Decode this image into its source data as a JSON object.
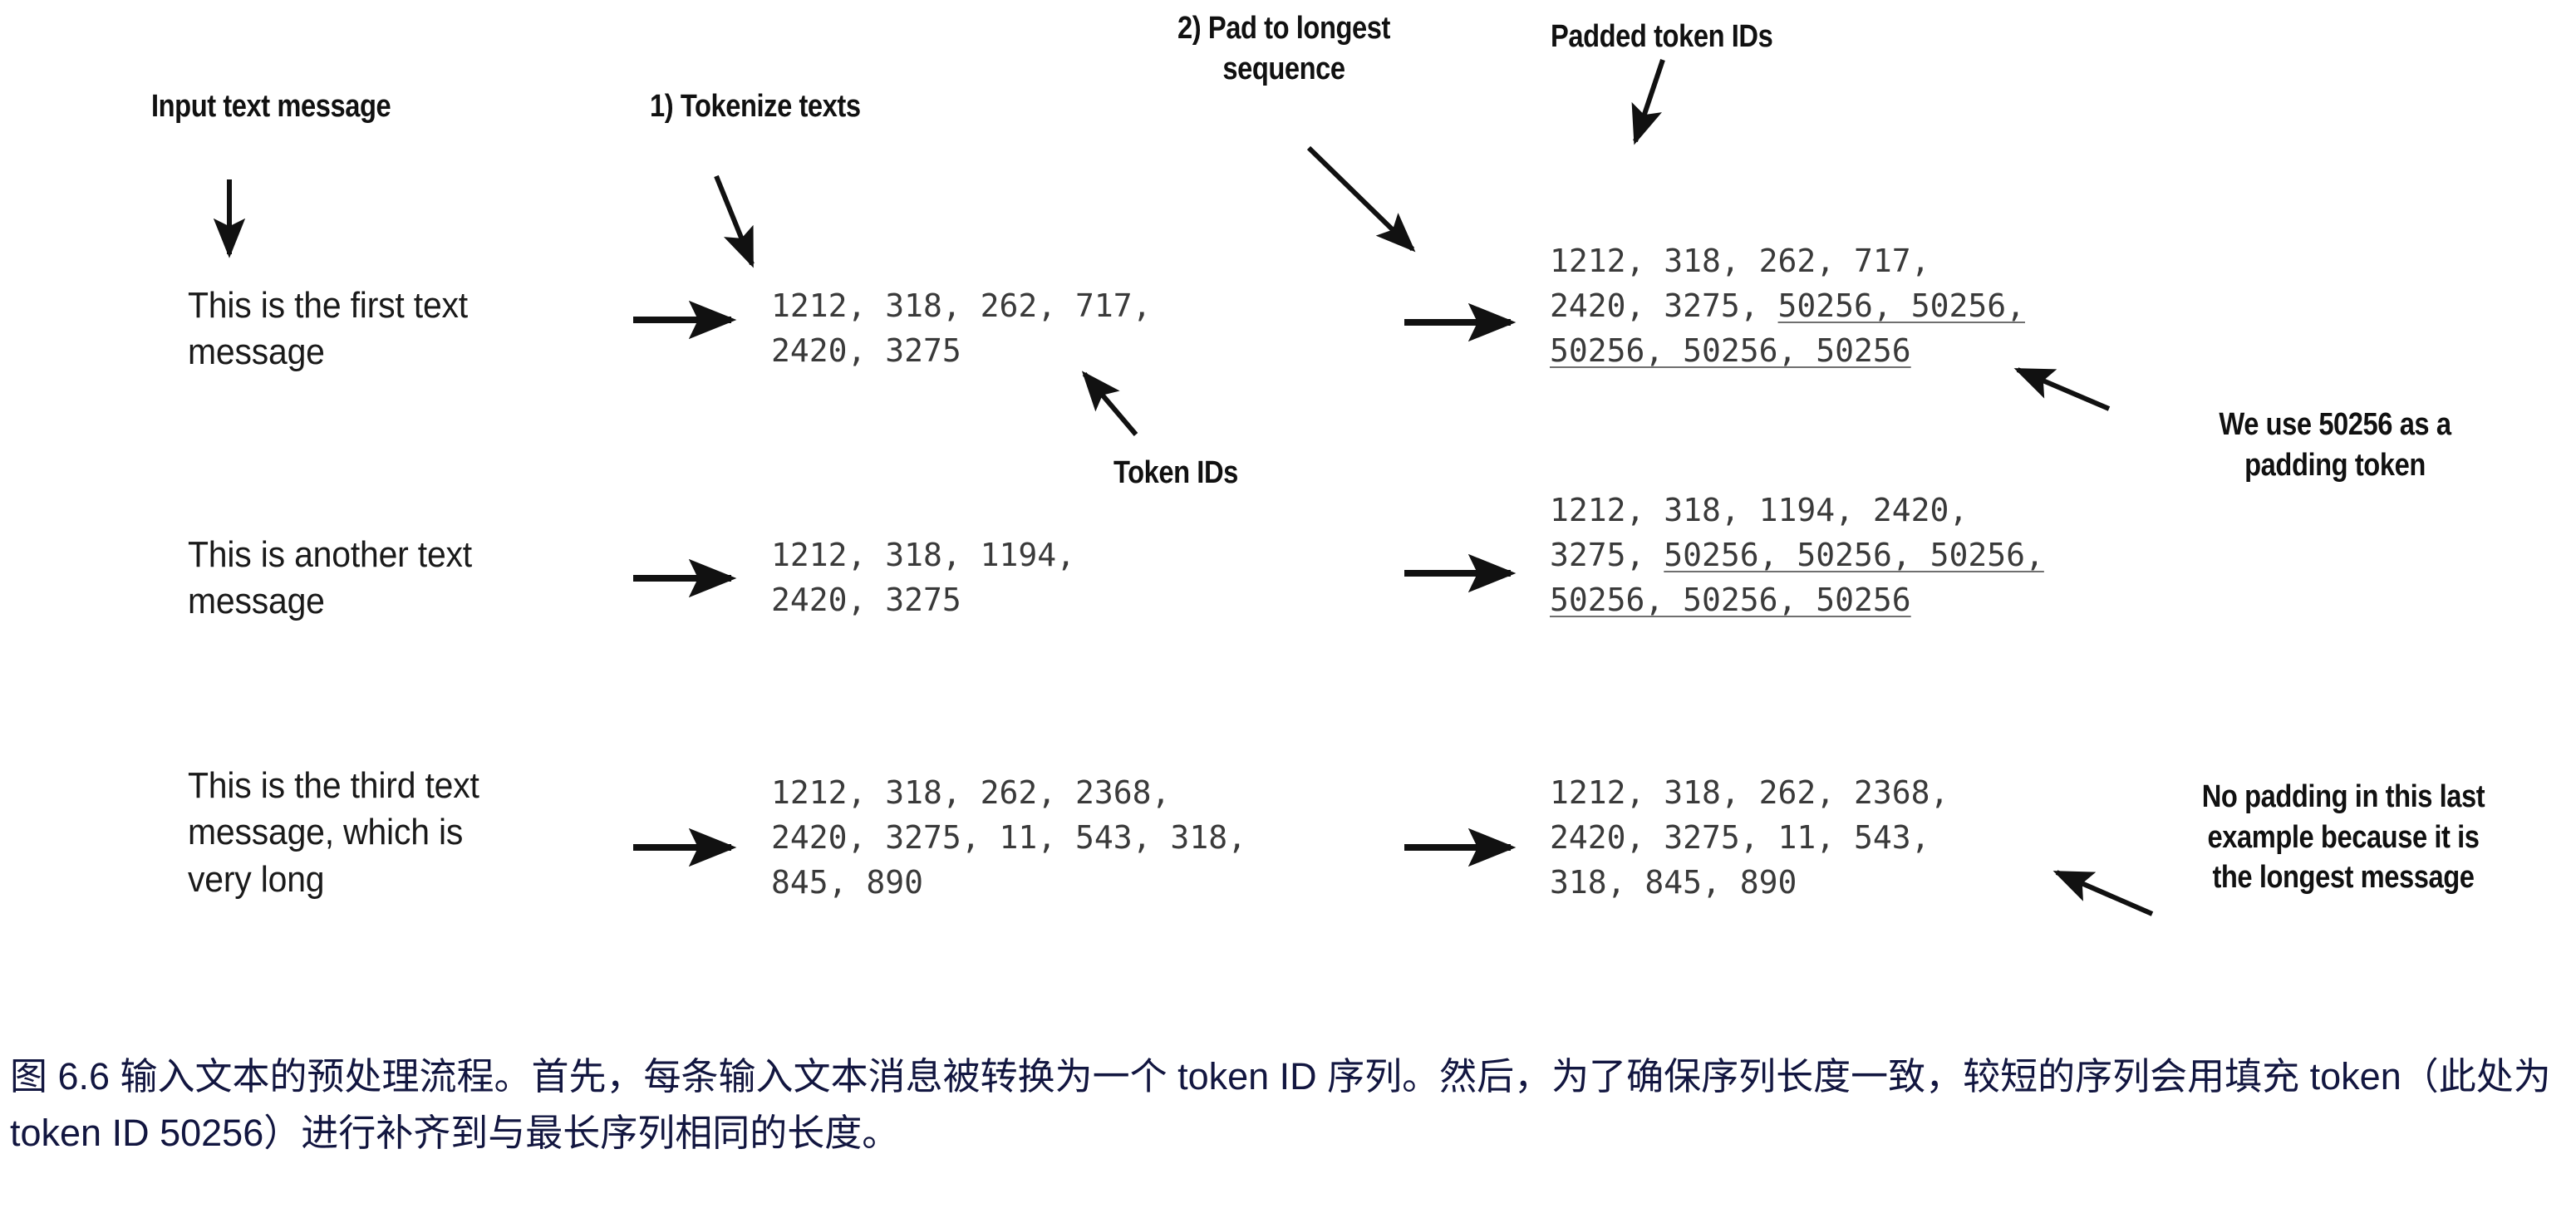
{
  "figure": {
    "labels": {
      "input_text_message": "Input text message",
      "tokenize_texts": "1) Tokenize texts",
      "pad_to_longest_sequence": "2) Pad to longest\nsequence",
      "padded_token_ids": "Padded token IDs",
      "token_ids": "Token IDs"
    },
    "annotations": {
      "padding_token_note": "We use 50256 as a\npadding token",
      "no_padding_note": "No padding in this last\nexample because it is\nthe longest message"
    },
    "rows": [
      {
        "message": "This is the first text\nmessage",
        "token_ids": "1212, 318, 262, 717,\n2420, 3275",
        "padded_prefix": "1212, 318, 262, 717,\n2420, 3275, ",
        "padded_tokens": "50256, 50256,\n50256, 50256, 50256"
      },
      {
        "message": "This is another text\nmessage",
        "token_ids": "1212, 318, 1194,\n2420, 3275",
        "padded_prefix": "1212, 318, 1194, 2420,\n3275, ",
        "padded_tokens": "50256, 50256, 50256,\n50256, 50256, 50256"
      },
      {
        "message": "This is the third text\nmessage, which is\nvery long",
        "token_ids": "1212, 318, 262, 2368,\n2420, 3275, 11, 543, 318,\n845, 890",
        "padded_prefix": "1212, 318, 262, 2368,\n2420, 3275, 11, 543,\n318, 845, 890",
        "padded_tokens": ""
      }
    ],
    "caption": "图 6.6 输入文本的预处理流程。首先，每条输入文本消息被转换为一个 token ID 序列。然后，为了确保序列长度一致，较短的序列会用填充 token（此处为 token ID 50256）进行补齐到与最长序列相同的长度。",
    "colors": {
      "ink": "#111111",
      "token_text": "#3a3a3a",
      "caption": "#121640",
      "background": "#ffffff"
    }
  }
}
